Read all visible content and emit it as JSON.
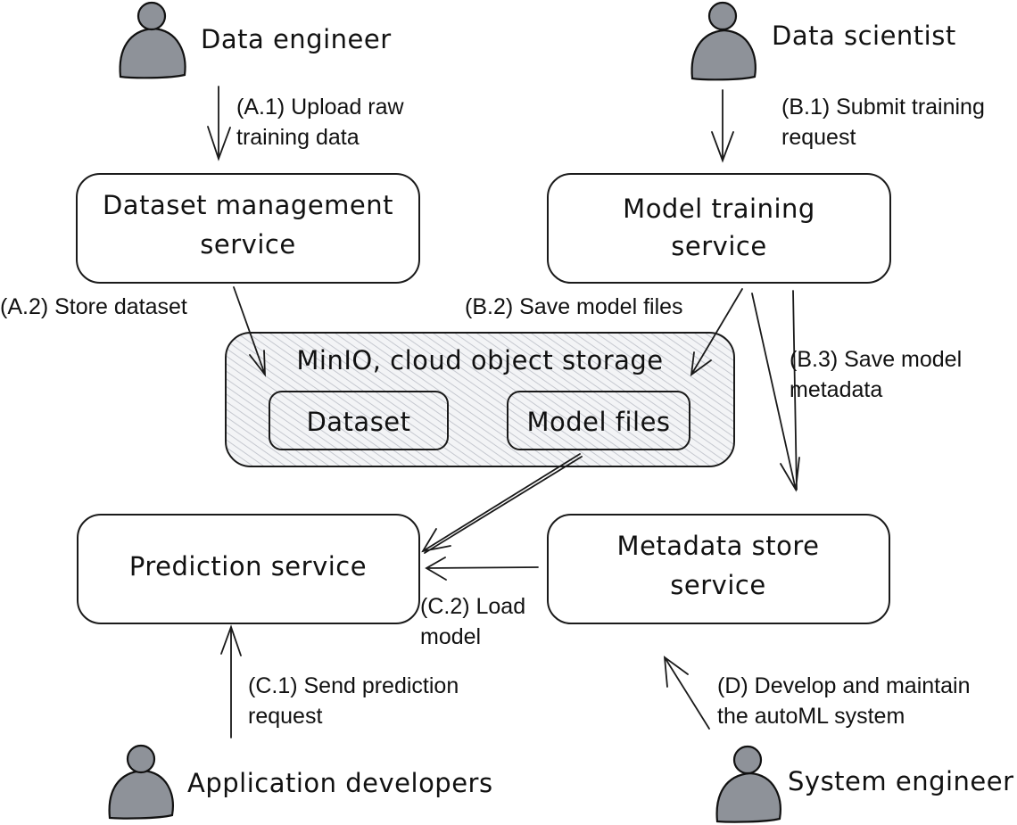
{
  "actors": {
    "data_engineer": "Data engineer",
    "data_scientist": "Data scientist",
    "application_developers": "Application developers",
    "system_engineer": "System engineer"
  },
  "services": {
    "dataset_management": [
      "Dataset management",
      "service"
    ],
    "model_training": [
      "Model training",
      "service"
    ],
    "prediction": "Prediction service",
    "metadata_store": [
      "Metadata store",
      "service"
    ]
  },
  "storage": {
    "title": "MinIO, cloud object storage",
    "dataset": "Dataset",
    "model_files": "Model files"
  },
  "flows": {
    "a1": [
      "(A.1) Upload raw",
      "training data"
    ],
    "a2": "(A.2) Store dataset",
    "b1": [
      "(B.1) Submit training",
      "request"
    ],
    "b2": "(B.2) Save model files",
    "b3": [
      "(B.3) Save model",
      "metadata"
    ],
    "c1": [
      "(C.1) Send prediction",
      "request"
    ],
    "c2": [
      "(C.2) Load",
      "model"
    ],
    "d": [
      "(D) Develop and maintain",
      "the autoML system"
    ]
  },
  "colors": {
    "person_fill": "#8e9299",
    "stroke": "#1a1a1a",
    "hatch": "#c5c8cf"
  }
}
